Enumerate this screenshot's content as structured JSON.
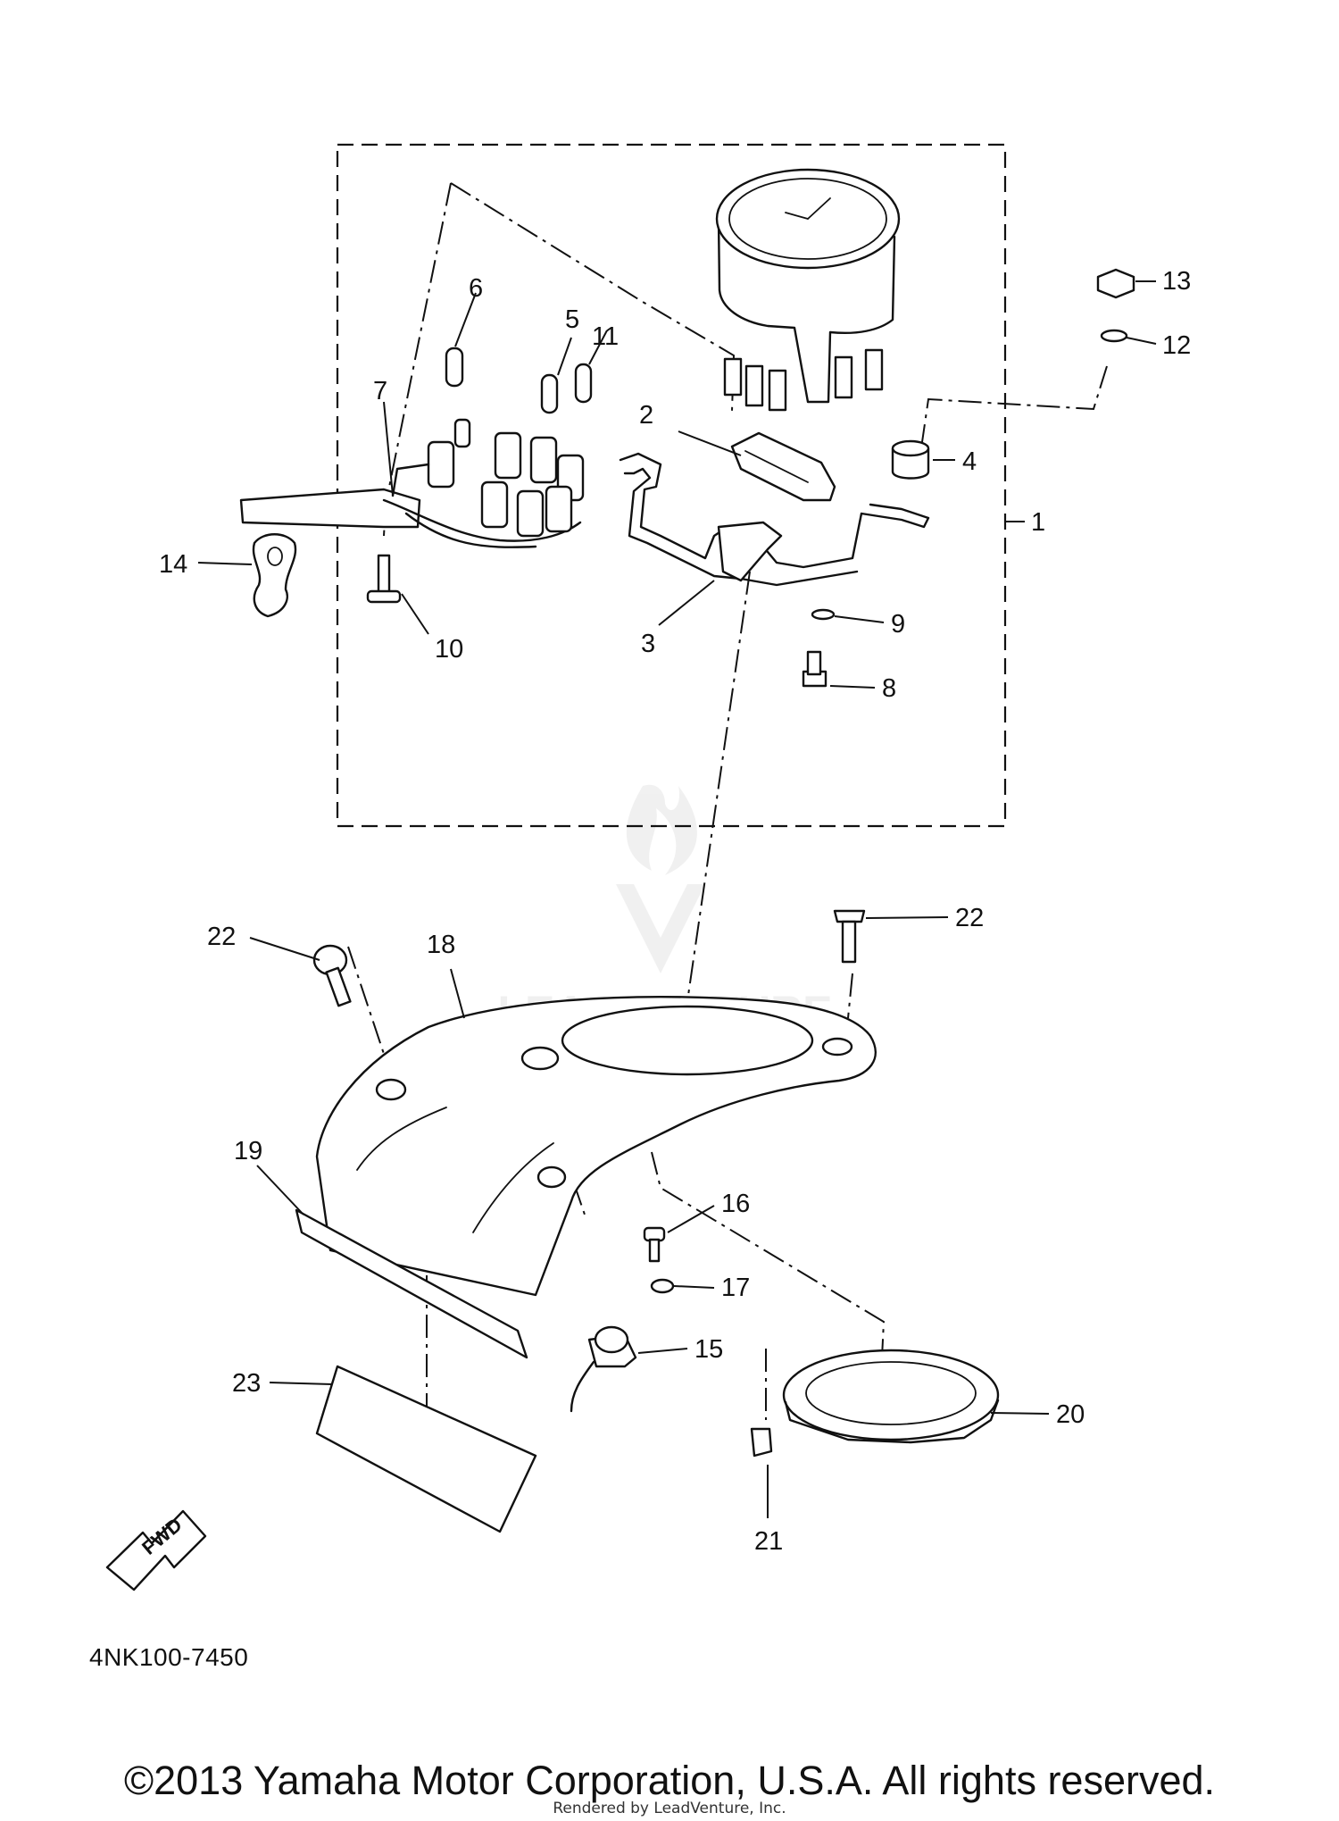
{
  "diagram": {
    "callouts": [
      "1",
      "2",
      "3",
      "4",
      "5",
      "6",
      "7",
      "8",
      "9",
      "10",
      "11",
      "12",
      "13",
      "14",
      "15",
      "16",
      "17",
      "18",
      "19",
      "20",
      "21",
      "22",
      "22",
      "23"
    ],
    "fwd_label": "FWD",
    "part_code": "4NK100-7450"
  },
  "footer": {
    "copyright": "©2013 Yamaha Motor Corporation, U.S.A. All rights reserved.",
    "rendered_by": "Rendered by LeadVenture, Inc."
  },
  "watermark_text": "LEADVENTURE"
}
